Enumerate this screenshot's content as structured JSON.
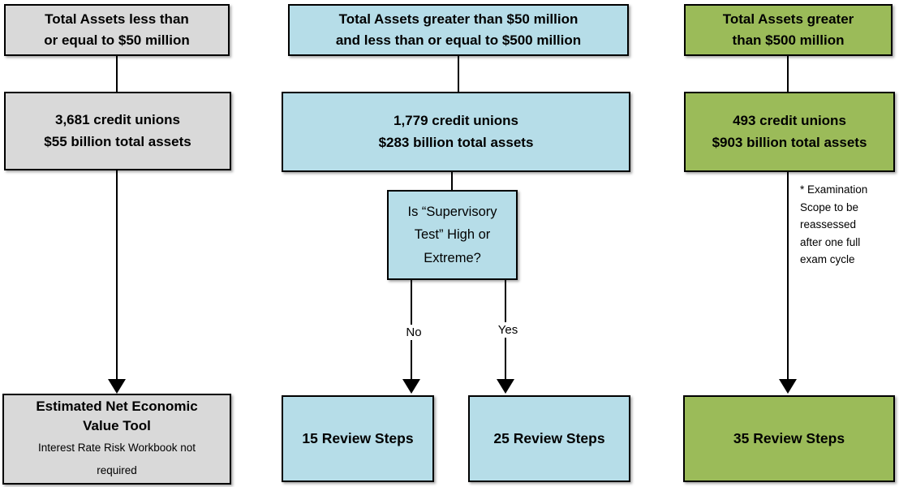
{
  "colors": {
    "small_fill": "#d9d9d9",
    "medium_fill": "#b6dde8",
    "large_fill": "#9bbb59",
    "line": "#000000"
  },
  "small": {
    "header": "Total Assets less than\nor equal to $50 million",
    "stats": "3,681 credit unions\n$55 billion total assets",
    "outcome_title": "Estimated Net Economic\nValue Tool",
    "outcome_subtitle": "Interest Rate Risk Workbook not\nrequired"
  },
  "medium": {
    "header": "Total Assets greater than $50 million\nand less than or equal to $500 million",
    "stats": "1,779 credit unions\n$283 billion total assets",
    "decision": "Is “Supervisory\nTest” High or\nExtreme?",
    "no_label": "No",
    "yes_label": "Yes",
    "outcome_no": "15 Review Steps",
    "outcome_yes": "25 Review Steps"
  },
  "large": {
    "header": "Total Assets greater\nthan $500 million",
    "stats": "493 credit unions\n$903 billion total assets",
    "note": "* Examination\nScope to be\nreassessed\nafter one full\nexam cycle",
    "outcome": "35 Review Steps"
  }
}
